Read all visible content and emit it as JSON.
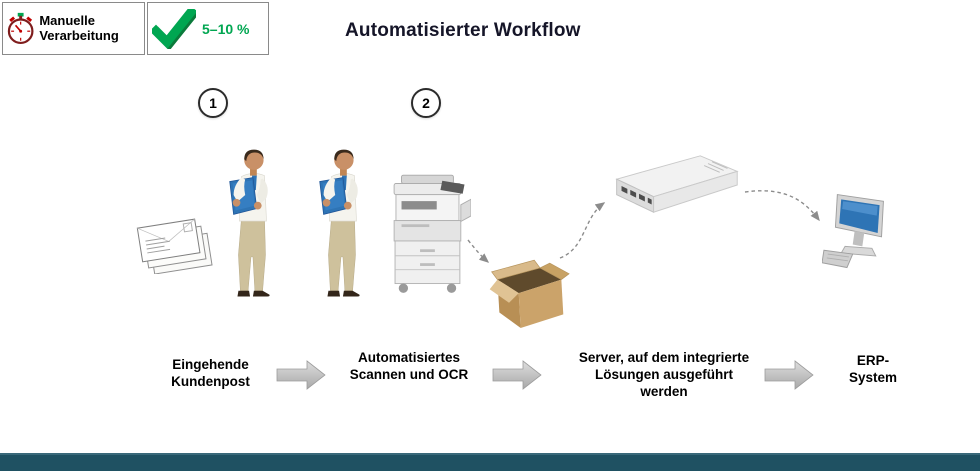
{
  "header": {
    "title": "Automatisierter Workflow",
    "manual_badge": {
      "label": "Manuelle Verarbeitung",
      "icon": "stopwatch-icon"
    },
    "rate_badge": {
      "label": "5–10 %",
      "icon": "checkmark-icon"
    }
  },
  "workflow": {
    "step_numbers": [
      "1",
      "2"
    ],
    "stages": [
      {
        "label": "Eingehende Kundenpost",
        "icons": [
          "envelopes-icon",
          "person-icon"
        ]
      },
      {
        "label": "Automatisiertes Scannen und OCR",
        "icons": [
          "person-icon",
          "printer-icon",
          "box-icon"
        ]
      },
      {
        "label": "Server, auf dem integrierte Lösungen ausgeführt werden",
        "icons": [
          "server-icon"
        ]
      },
      {
        "label": "ERP-System",
        "icons": [
          "computer-icon"
        ]
      }
    ],
    "connectors": [
      "block-arrow-icon",
      "dashed-curve-arrow"
    ]
  },
  "colors": {
    "accent_green": "#00A651",
    "folder_blue": "#2E74B5",
    "arrow_gray": "#C9C9C9",
    "footer_teal": "#1F5162",
    "title_text": "#151528"
  }
}
